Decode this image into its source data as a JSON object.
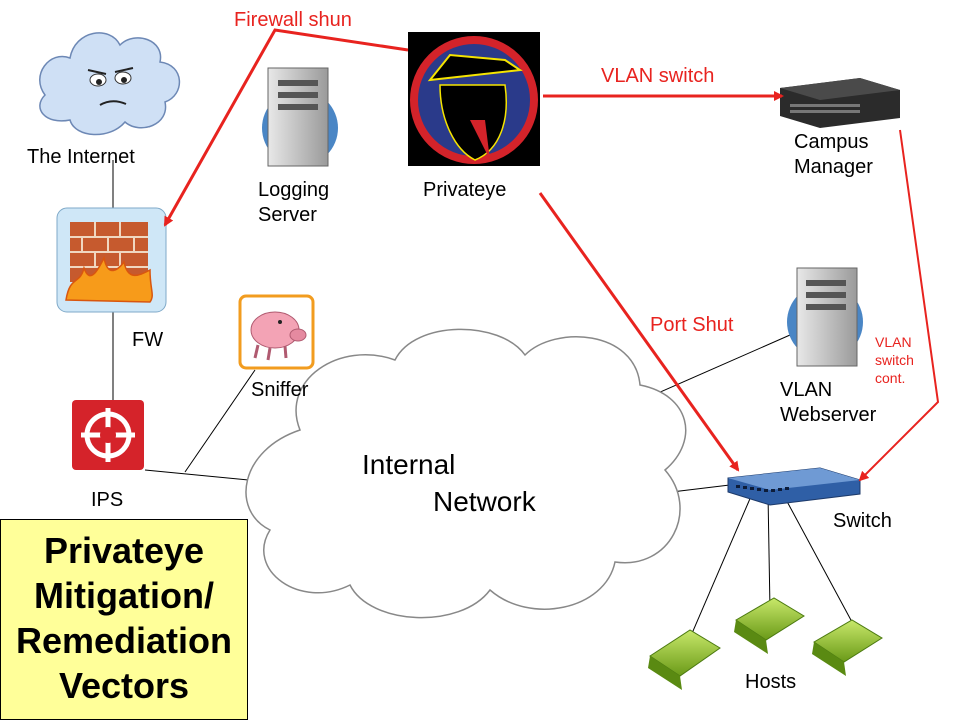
{
  "title": {
    "line1": "Privateye",
    "line2": "Mitigation/",
    "line3": "Remediation",
    "line4": "Vectors"
  },
  "nodes": {
    "internet": "The Internet",
    "fw": "FW",
    "ips": "IPS",
    "logging_line1": "Logging",
    "logging_line2": "Server",
    "privateye": "Privateye",
    "campus_line1": "Campus",
    "campus_line2": "Manager",
    "sniffer": "Sniffer",
    "vlanweb_line1": "VLAN",
    "vlanweb_line2": "Webserver",
    "switch": "Switch",
    "hosts": "Hosts"
  },
  "cloud": {
    "line1": "Internal",
    "line2": "Network"
  },
  "vectors": {
    "firewall_shun": "Firewall shun",
    "vlan_switch": "VLAN switch",
    "port_shut": "Port Shut",
    "vlan_cont_line1": "VLAN",
    "vlan_cont_line2": "switch",
    "vlan_cont_line3": "cont."
  },
  "colors": {
    "vector_red": "#e8231f",
    "title_fill": "#ffff99"
  },
  "icons": [
    "cloud-face-icon",
    "firewall-icon",
    "ips-target-icon",
    "server-tower-icon",
    "spy-icon",
    "rack-server-icon",
    "pig-sniffer-icon",
    "network-switch-icon",
    "laptop-icon"
  ]
}
